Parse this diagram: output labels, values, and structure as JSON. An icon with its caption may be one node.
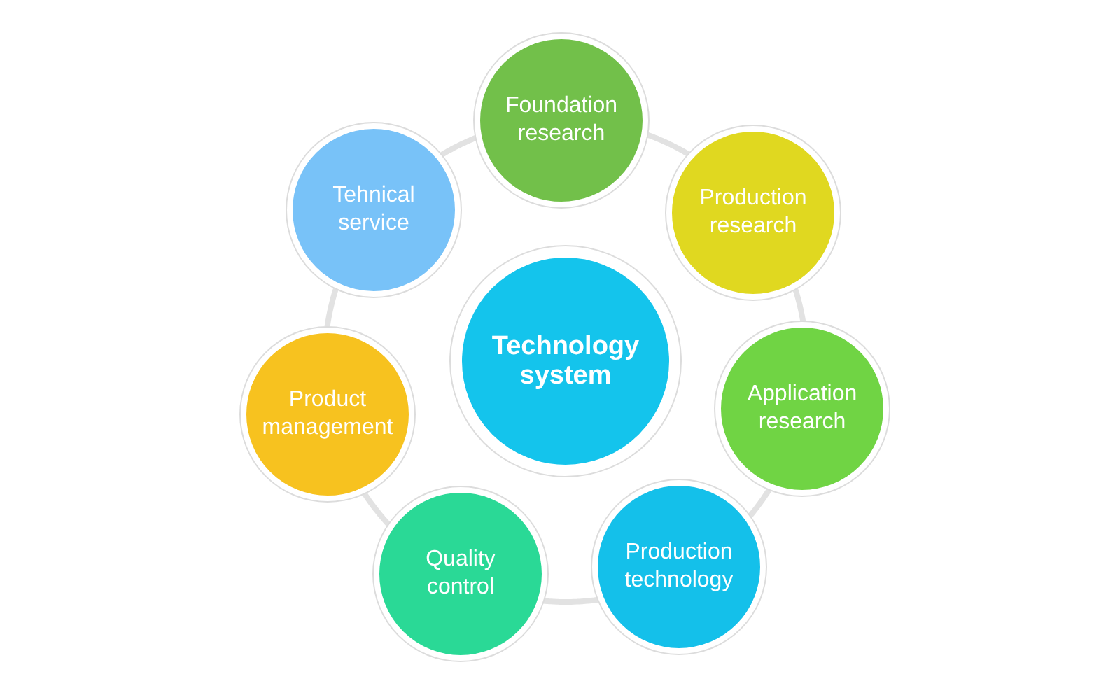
{
  "diagram": {
    "nodes": [
      {
        "text": [
          "Technology system"
        ]
      },
      {
        "text": [
          "Foundation research"
        ]
      },
      {
        "text": [
          "Production research"
        ]
      },
      {
        "text": [
          "Application research"
        ]
      },
      {
        "text": [
          "Production technology"
        ]
      },
      {
        "text": [
          "Quality control"
        ]
      },
      {
        "text": [
          "Product management"
        ]
      },
      {
        "text": [
          "Tehnical service"
        ]
      }
    ],
    "edges": [
      {
        "from": 1,
        "to": 2,
        "arrow": "none"
      },
      {
        "from": 2,
        "to": 3,
        "arrow": "none"
      },
      {
        "from": 3,
        "to": 4,
        "arrow": "none"
      },
      {
        "from": 4,
        "to": 5,
        "arrow": "none"
      },
      {
        "from": 5,
        "to": 6,
        "arrow": "none"
      },
      {
        "from": 6,
        "to": 7,
        "arrow": "none"
      },
      {
        "from": 7,
        "to": 1,
        "arrow": "none"
      }
    ]
  }
}
